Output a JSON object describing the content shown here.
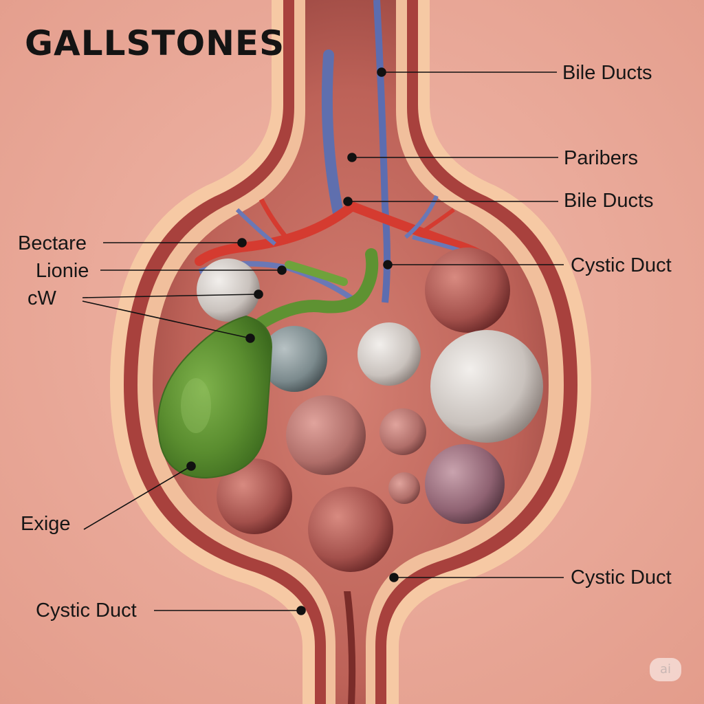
{
  "title": "GALLSTONES",
  "labels": {
    "bile_ducts_top": "Bile Ducts",
    "paribers": "Paribers",
    "bile_ducts_mid": "Bile Ducts",
    "cystic_duct_right": "Cystic Duct",
    "cystic_duct_lower_right": "Cystic Duct",
    "cystic_duct_lower_left": "Cystic Duct",
    "bectare": "Bectare",
    "lionie": "Lionie",
    "cw": "cW",
    "exige": "Exige"
  },
  "watermark": "ai"
}
